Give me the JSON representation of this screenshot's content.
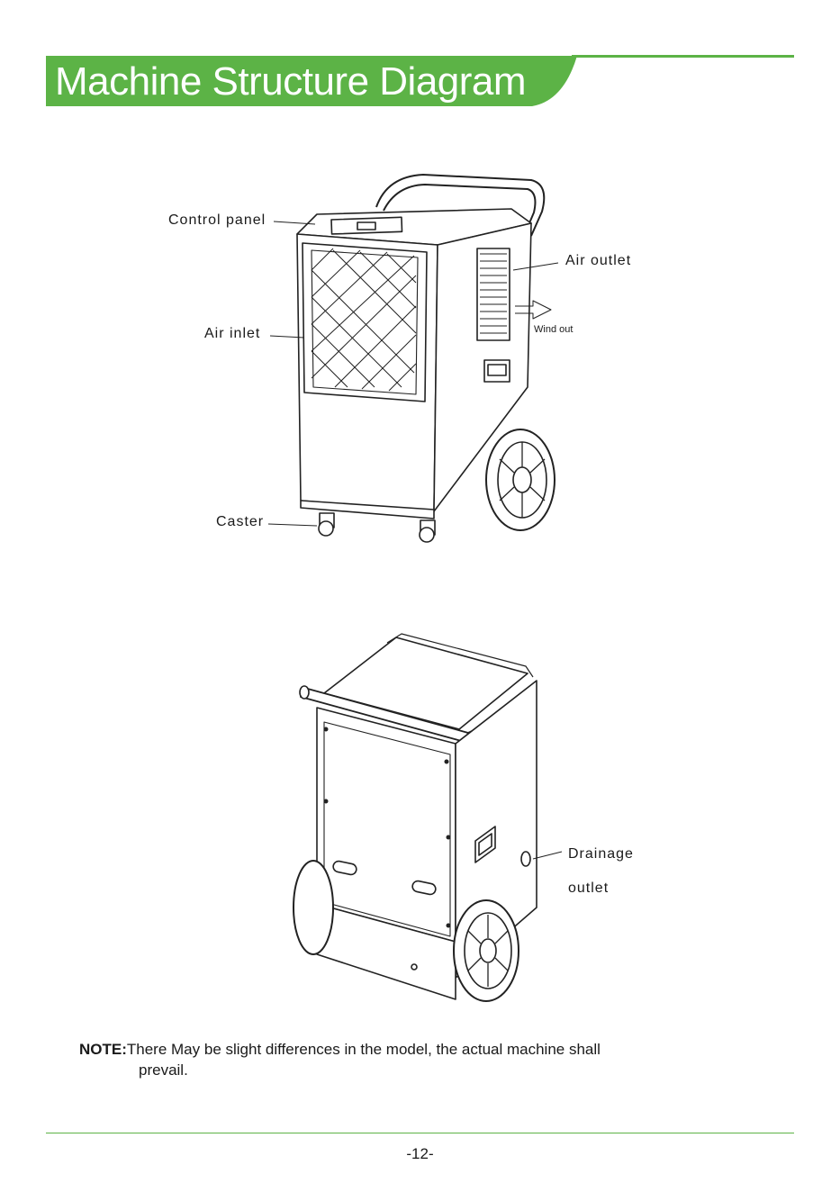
{
  "header": {
    "title": "Machine Structure Diagram"
  },
  "colors": {
    "accent": "#5cb346",
    "line": "#222222"
  },
  "diagram_front": {
    "labels": {
      "control_panel": "Control panel",
      "air_outlet": "Air outlet",
      "wind_out": "Wind out",
      "air_inlet": "Air inlet",
      "caster": "Caster"
    }
  },
  "diagram_back": {
    "labels": {
      "drainage_line1": "Drainage",
      "drainage_line2": "outlet"
    }
  },
  "note": {
    "label": "NOTE:",
    "line1": "There May be slight differences in the model, the actual machine shall",
    "line2": "prevail."
  },
  "footer": {
    "page_number": "-12-"
  }
}
